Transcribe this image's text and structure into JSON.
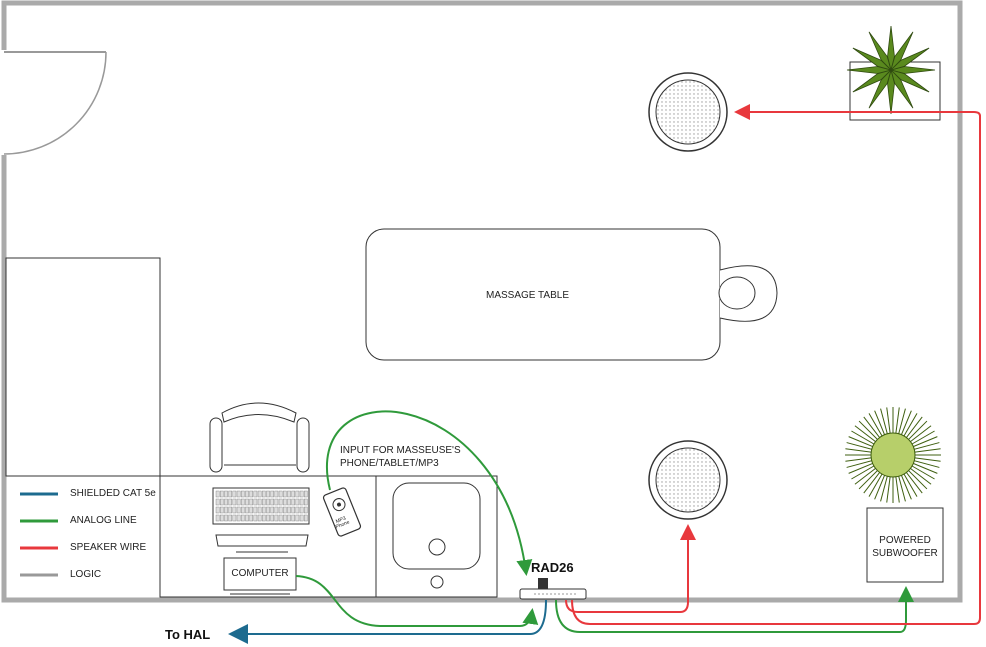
{
  "legend": [
    {
      "label": "SHIELDED CAT 5e",
      "color": "#1d6b8f"
    },
    {
      "label": "ANALOG LINE",
      "color": "#2f9a3b"
    },
    {
      "label": "SPEAKER WIRE",
      "color": "#e8383d"
    },
    {
      "label": "LOGIC",
      "color": "#999999"
    }
  ],
  "labels": {
    "massage_table": "MASSAGE TABLE",
    "input_note_line1": "INPUT FOR MASSEUSE'S",
    "input_note_line2": "PHONE/TABLET/MP3",
    "rad26": "RAD26",
    "computer": "COMPUTER",
    "subwoofer_line1": "POWERED",
    "subwoofer_line2": "SUBWOOFER",
    "to_hal": "To HAL",
    "mp3_phone": "MP3 Phone"
  },
  "colors": {
    "wall": "#aaaaaa",
    "cat5e": "#1d6b8f",
    "analog": "#2f9a3b",
    "speaker": "#e8383d",
    "plant": "#5a8a1e"
  }
}
